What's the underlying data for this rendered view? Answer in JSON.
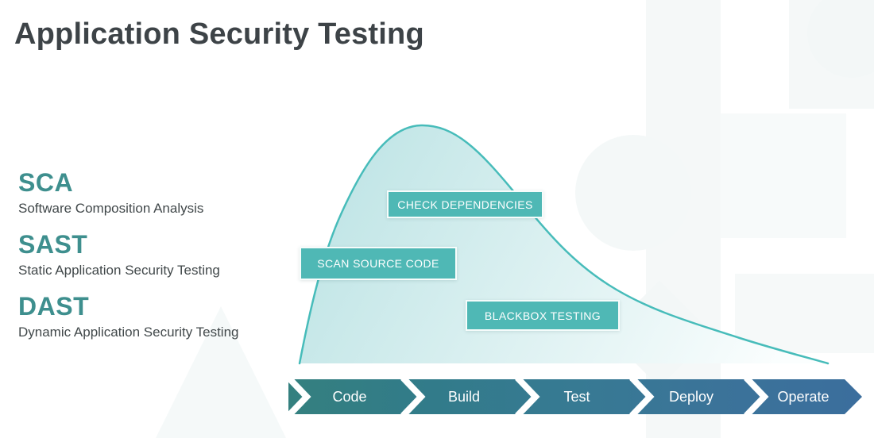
{
  "title": "Application Security Testing",
  "colors": {
    "title_text": "#3d4347",
    "heading_teal": "#3e8f8e",
    "body_text": "#41484a",
    "annotation_box": "#4fb8b5",
    "annotation_text": "#ffffff",
    "curve_stroke": "#47bcba",
    "curve_fill_start": "#bee4e5",
    "curve_fill_end": "#fbfefe",
    "stage_label_text": "#ffffff",
    "background": "#ffffff",
    "watermark": "#f4f8f8"
  },
  "legend": [
    {
      "acronym": "SCA",
      "description": "Software Composition Analysis"
    },
    {
      "acronym": "SAST",
      "description": "Static Application Security Testing"
    },
    {
      "acronym": "DAST",
      "description": "Dynamic Application Security Testing"
    }
  ],
  "curve": {
    "annotations": [
      {
        "label": "CHECK DEPENDENCIES"
      },
      {
        "label": "SCAN SOURCE CODE"
      },
      {
        "label": "BLACKBOX TESTING"
      }
    ]
  },
  "pipeline": {
    "stages": [
      {
        "label": "Code",
        "color": "#34807f"
      },
      {
        "label": "Build",
        "color": "#327b8a"
      },
      {
        "label": "Test",
        "color": "#377a93"
      },
      {
        "label": "Deploy",
        "color": "#3b7399"
      },
      {
        "label": "Operate",
        "color": "#3b6e9d"
      }
    ]
  }
}
